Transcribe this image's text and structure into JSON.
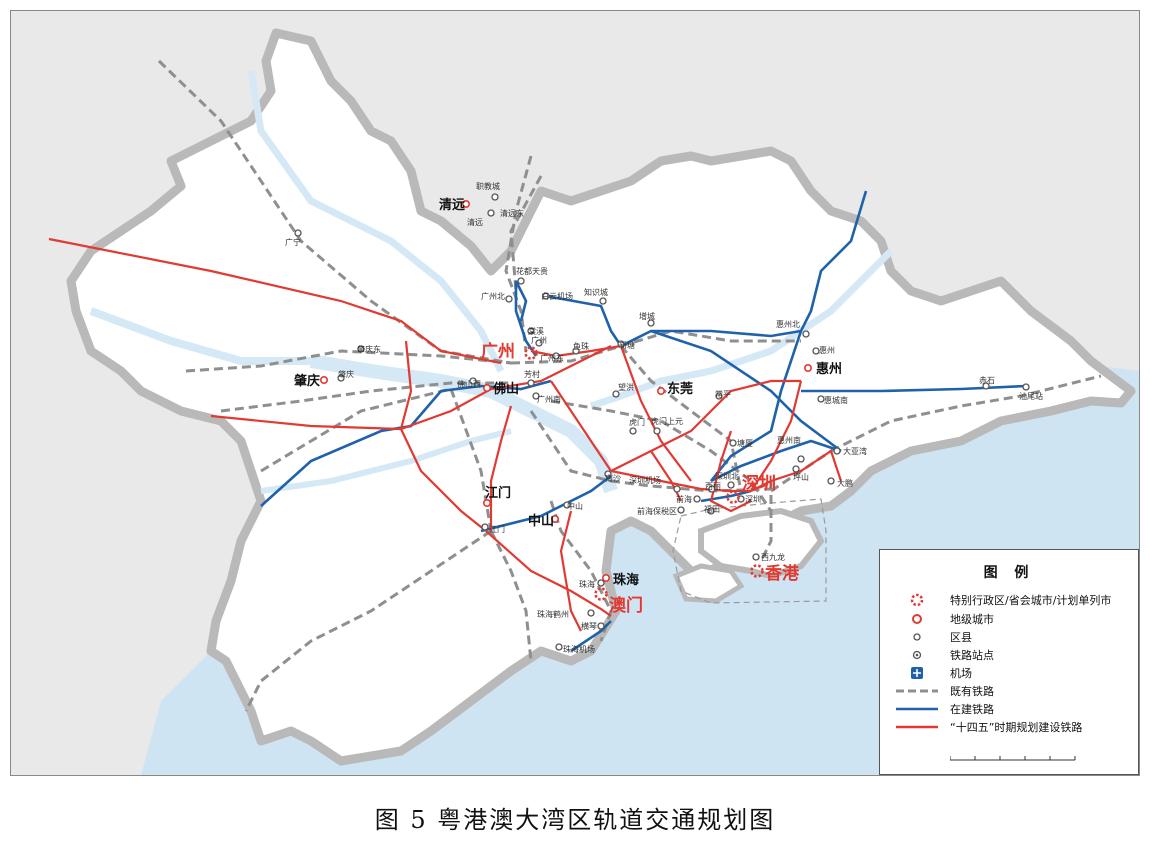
{
  "caption": "图 5    粤港澳大湾区轨道交通规划图",
  "colors": {
    "land": "#ffffff",
    "outside": "#e9e9e9",
    "sea": "#cfe4f3",
    "river": "#d5e8f5",
    "border": "#b9b9b9",
    "existing_rail": "#8f8f8f",
    "under_construction": "#1f62aa",
    "planned": "#e03a32",
    "sar": "#e03a32"
  },
  "legend": {
    "title": "图 例",
    "items": [
      {
        "symbol": "sar-icon",
        "label": "特别行政区/省会城市/计划单列市"
      },
      {
        "symbol": "city-ring-icon",
        "label": "地级城市"
      },
      {
        "symbol": "county-ring-icon",
        "label": "区县"
      },
      {
        "symbol": "station-icon",
        "label": "铁路站点"
      },
      {
        "symbol": "airport-icon",
        "label": "机场"
      },
      {
        "symbol": "dashed-gray-line",
        "label": "既有铁路"
      },
      {
        "symbol": "blue-line",
        "label": "在建铁路"
      },
      {
        "symbol": "red-line",
        "label": "“十四五”时期规划建设铁路"
      }
    ]
  },
  "places": {
    "major": [
      "广州",
      "深圳",
      "香港",
      "澳门"
    ],
    "cities": [
      "清远",
      "肇庆",
      "佛山",
      "东莞",
      "惠州",
      "江门",
      "中山",
      "珠海"
    ],
    "stations": [
      "职教城",
      "清远东",
      "清远",
      "广宁",
      "花都天贵",
      "广州北",
      "白云机场",
      "知识城",
      "棠溪",
      "广州",
      "广州东",
      "鱼珠",
      "新塘",
      "增城",
      "惠州北",
      "惠州",
      "肇庆东",
      "肇庆",
      "佛山西",
      "芳村",
      "广州南",
      "望洪",
      "常平",
      "惠城南",
      "赤石",
      "汕尾站",
      "虎门",
      "虎门上元",
      "塘厦",
      "惠州南",
      "大亚湾",
      "坪山",
      "大鹏",
      "南沙",
      "深圳机场",
      "西丽",
      "深圳北",
      "前海",
      "深圳",
      "福田",
      "前海保税区",
      "江门",
      "中山",
      "珠海",
      "珠海鹤州",
      "横琴",
      "珠海机场",
      "西九龙"
    ]
  }
}
